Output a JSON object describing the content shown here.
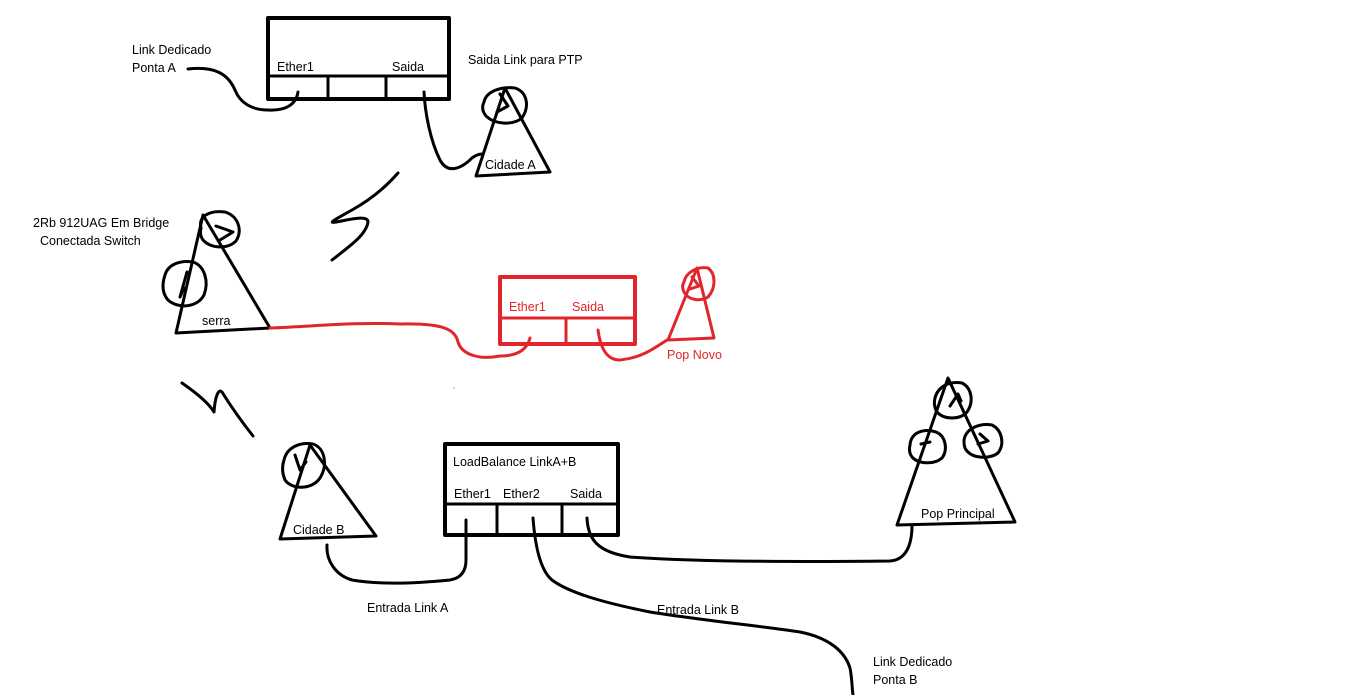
{
  "colors": {
    "ink": "#000000",
    "highlight": "#e0262b",
    "background": "#ffffff"
  },
  "top_router": {
    "port1": "Ether1",
    "port2": "Saida"
  },
  "link_a": {
    "line1": "Link Dedicado",
    "line2": "Ponta A"
  },
  "ptp_label": "Saida Link para PTP",
  "cidade_a": "Cidade A",
  "serra_node": {
    "desc_line1": "2Rb 912UAG Em Bridge",
    "desc_line2": "Conectada Switch",
    "name": "serra"
  },
  "new_router": {
    "port1": "Ether1",
    "port2": "Saida"
  },
  "pop_novo": "Pop Novo",
  "cidade_b": "Cidade B",
  "load_balancer": {
    "title": "LoadBalance LinkA+B",
    "port1": "Ether1",
    "port2": "Ether2",
    "port3": "Saida"
  },
  "pop_principal": "Pop Principal",
  "entrada_a": "Entrada Link A",
  "entrada_b": "Entrada Link B",
  "link_b": {
    "line1": "Link Dedicado",
    "line2": "Ponta B"
  }
}
